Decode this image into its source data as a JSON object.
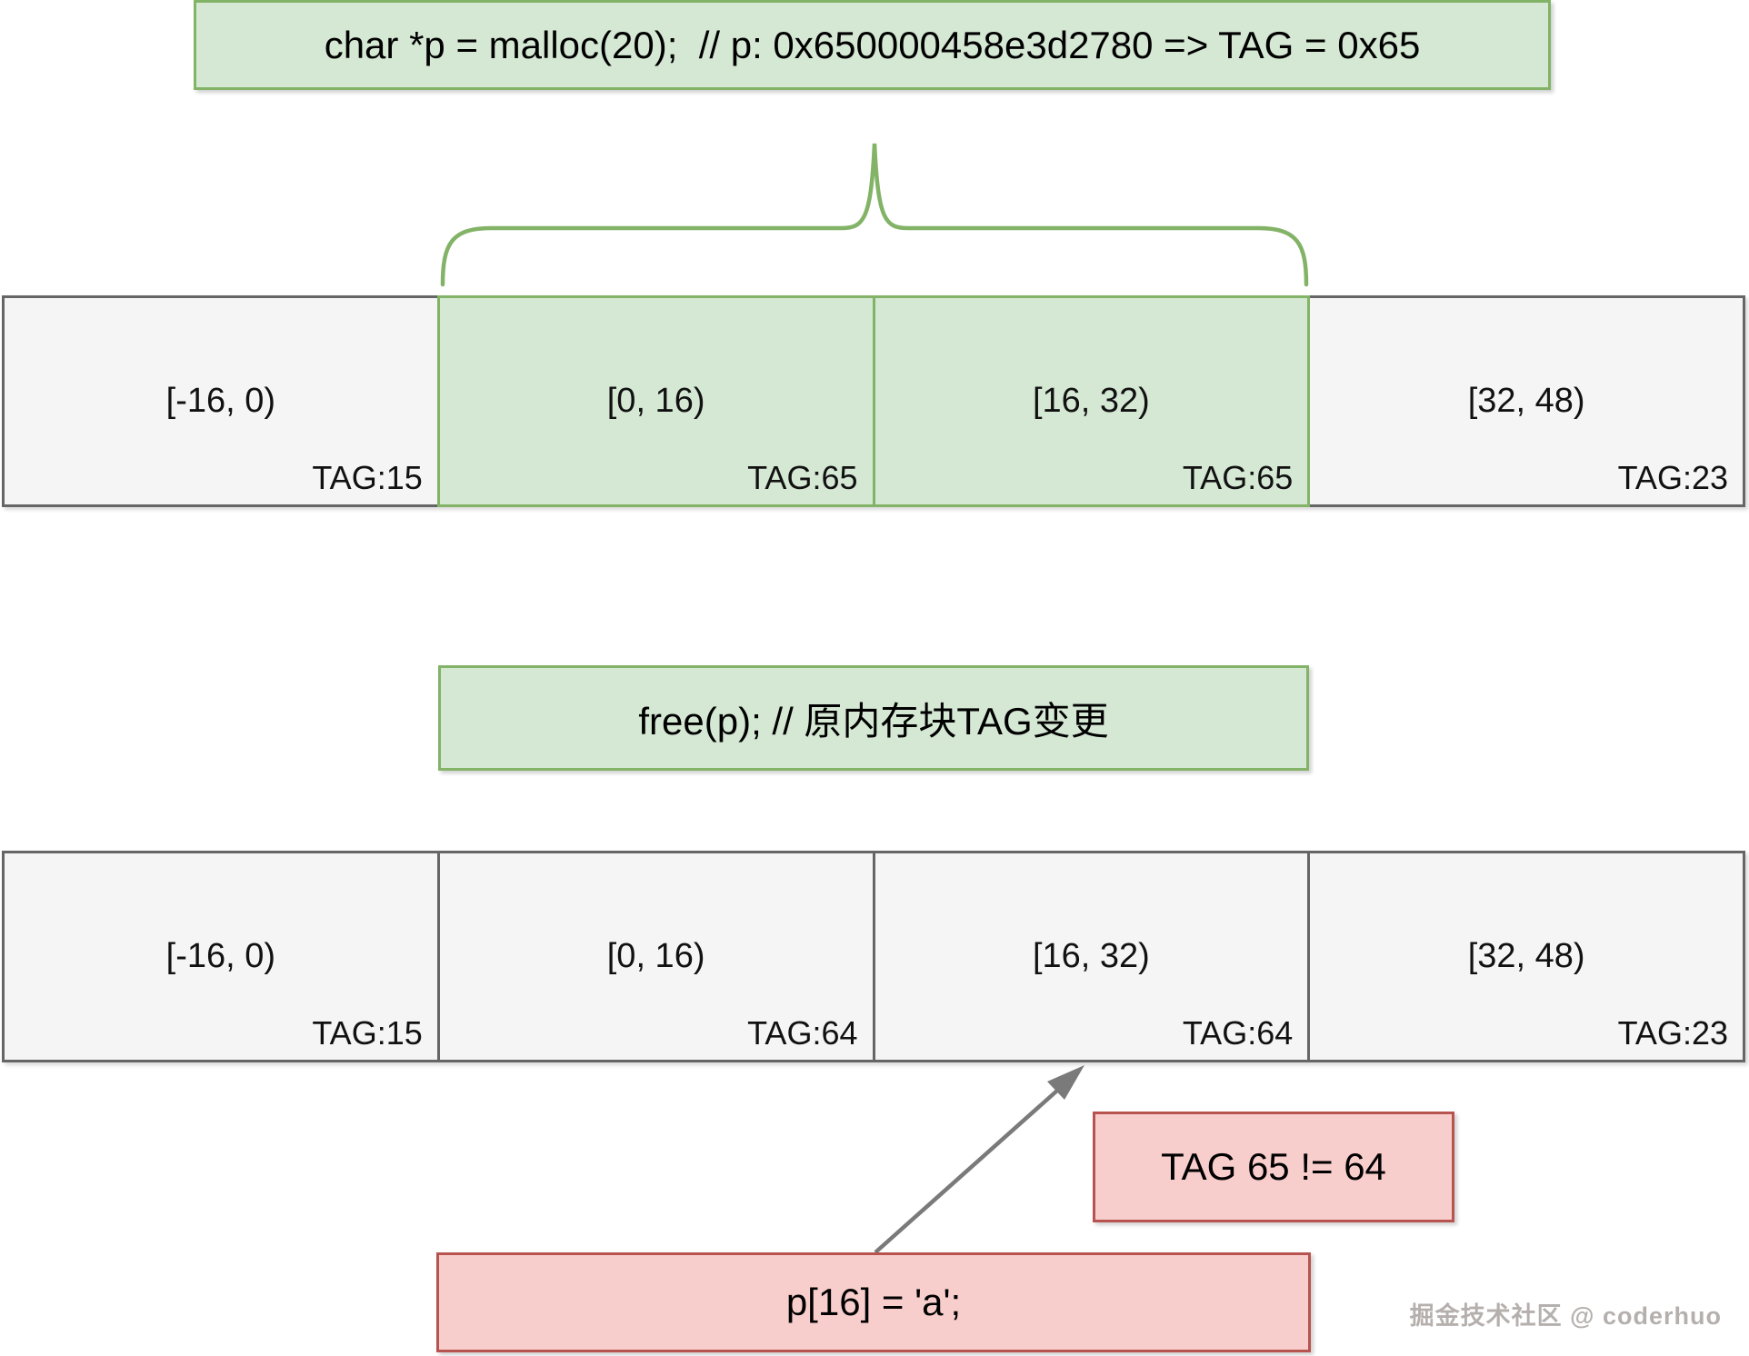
{
  "malloc_box": {
    "code": "char *p = malloc(20);  // p: 0x650000458e3d2780 => TAG = 0x65"
  },
  "free_box": {
    "code": "free(p); // 原内存块TAG变更"
  },
  "write_box": {
    "code": "p[16] = 'a';"
  },
  "mismatch_box": {
    "text": "TAG 65 != 64"
  },
  "rows": [
    {
      "name": "after_malloc",
      "cells": [
        {
          "range": "[-16, 0)",
          "tag": "TAG:15",
          "state": "other"
        },
        {
          "range": "[0, 16)",
          "tag": "TAG:65",
          "state": "allocated"
        },
        {
          "range": "[16, 32)",
          "tag": "TAG:65",
          "state": "allocated"
        },
        {
          "range": "[32, 48)",
          "tag": "TAG:23",
          "state": "other"
        }
      ]
    },
    {
      "name": "after_free",
      "cells": [
        {
          "range": "[-16, 0)",
          "tag": "TAG:15",
          "state": "other"
        },
        {
          "range": "[0, 16)",
          "tag": "TAG:64",
          "state": "freed"
        },
        {
          "range": "[16, 32)",
          "tag": "TAG:64",
          "state": "freed"
        },
        {
          "range": "[32, 48)",
          "tag": "TAG:23",
          "state": "other"
        }
      ]
    }
  ],
  "watermark": "掘金技术社区 @ coderhuo",
  "colors": {
    "green_fill": "#d5e8d4",
    "green_border": "#82b366",
    "gray_fill": "#f5f5f5",
    "gray_border": "#666666",
    "red_fill": "#f8cecc",
    "red_border": "#b85450",
    "arrow_gray": "#7a7a7a"
  }
}
